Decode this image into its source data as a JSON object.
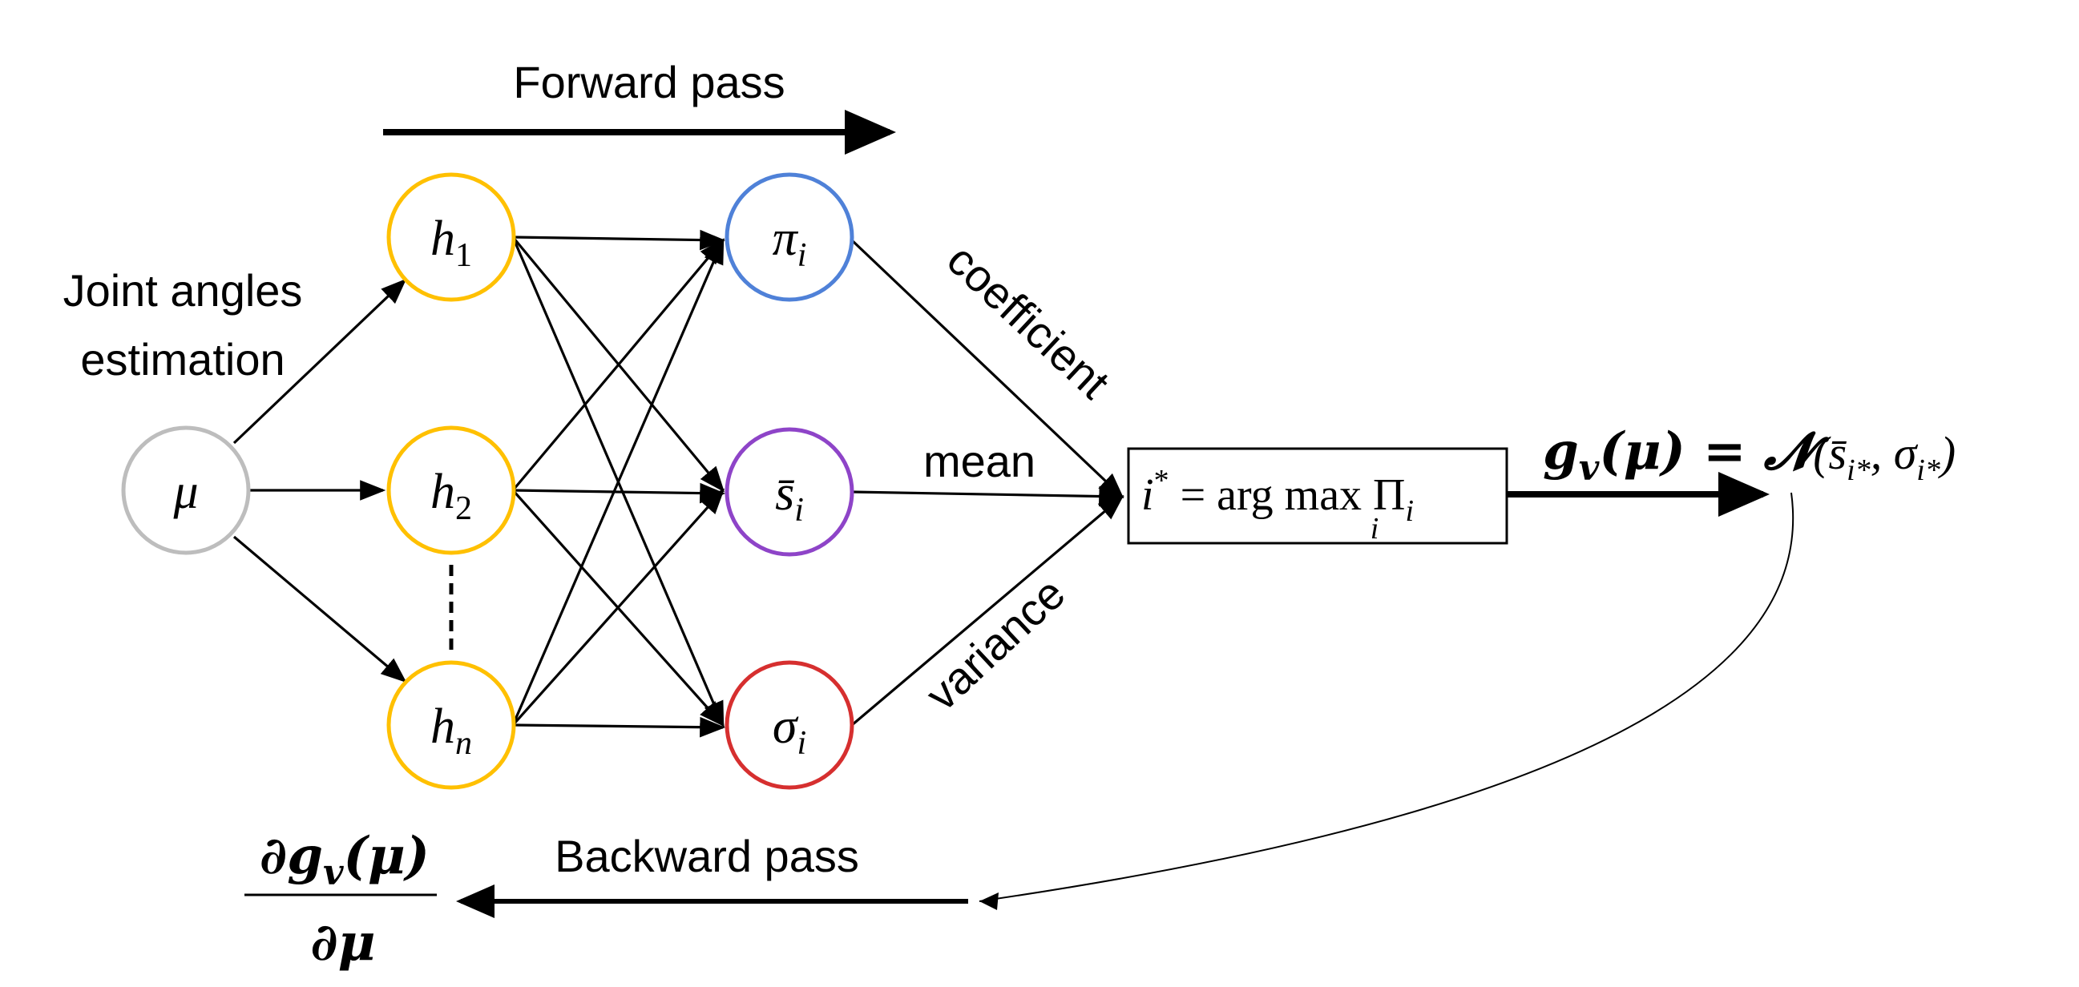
{
  "labels": {
    "forward_pass": "Forward pass",
    "backward_pass": "Backward pass",
    "joint_angles_line1": "Joint angles",
    "joint_angles_line2": "estimation",
    "coefficient": "coefficient",
    "mean": "mean",
    "variance": "variance"
  },
  "nodes": {
    "input": {
      "symbol": "μ",
      "color": "#bdbdbd"
    },
    "h1": {
      "symbol": "h",
      "sub": "1",
      "color": "#ffc000"
    },
    "h2": {
      "symbol": "h",
      "sub": "2",
      "color": "#ffc000"
    },
    "hn": {
      "symbol": "h",
      "sub": "n",
      "color": "#ffc000"
    },
    "pi": {
      "symbol": "π",
      "sub": "i",
      "color": "#4f81d8"
    },
    "s": {
      "symbol": "s̄",
      "sub": "i",
      "color": "#8e44c8"
    },
    "sigma": {
      "symbol": "σ",
      "sub": "i",
      "color": "#d62f2f"
    }
  },
  "selector": {
    "lhs": "i",
    "star": "*",
    "eq": " = arg max Π",
    "sub": "i",
    "under": "i"
  },
  "output": {
    "g": "g",
    "g_sub": "v",
    "g_arg": "(μ) = ",
    "n": "𝓝",
    "n_args": "(s̄",
    "n_sub1": "i*",
    "n_mid": ", σ",
    "n_sub2": "i*",
    "n_close": ")"
  },
  "derivative": {
    "numerator": "∂g",
    "num_sub": "v",
    "num_arg": "(μ)",
    "denominator": "∂μ"
  },
  "colors": {
    "hidden": "#ffc000",
    "pi": "#4f81d8",
    "mean": "#8e44c8",
    "sigma": "#d62f2f",
    "input": "#bdbdbd",
    "line": "#000000"
  }
}
